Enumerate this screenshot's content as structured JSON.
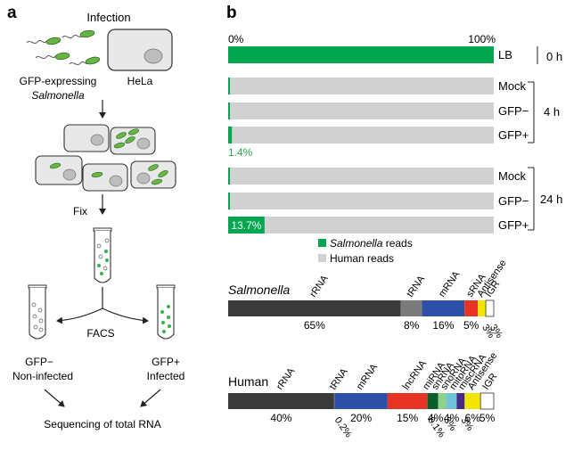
{
  "panel_a": {
    "letter": "a",
    "infection": "Infection",
    "gfp_expressing": "GFP-expressing",
    "salmonella": "Salmonella",
    "hela": "HeLa",
    "fix": "Fix",
    "facs": "FACS",
    "gfp_neg": "GFP−",
    "non_infected": "Non-infected",
    "gfp_pos": "GFP+",
    "infected": "Infected",
    "sequencing": "Sequencing of total RNA"
  },
  "panel_b": {
    "letter": "b",
    "axis_start": "0%",
    "axis_end": "100%",
    "time_0h": "0 h",
    "time_4h": "4 h",
    "time_24h": "24 h",
    "rows": [
      {
        "label": "LB",
        "salmonella_pct": 100,
        "value_label": ""
      },
      {
        "label": "Mock",
        "salmonella_pct": 0.2,
        "value_label": ""
      },
      {
        "label": "GFP−",
        "salmonella_pct": 0.3,
        "value_label": ""
      },
      {
        "label": "GFP+",
        "salmonella_pct": 1.4,
        "value_label": "1.4%"
      },
      {
        "label": "Mock",
        "salmonella_pct": 0.2,
        "value_label": ""
      },
      {
        "label": "GFP−",
        "salmonella_pct": 0.3,
        "value_label": ""
      },
      {
        "label": "GFP+",
        "salmonella_pct": 13.7,
        "value_label": "13.7%"
      }
    ],
    "legend": {
      "salmonella": "Salmonella",
      "reads": " reads",
      "human": "Human reads"
    },
    "colors": {
      "salmonella": "#00a650",
      "human": "#d1d1d1",
      "label_pct": "#2aa24a"
    }
  },
  "composition": {
    "salmonella": {
      "title": "Salmonella",
      "segments": [
        {
          "name": "rRNA",
          "pct": 65,
          "pct_label": "65%",
          "color": "#3b3b3b"
        },
        {
          "name": "tRNA",
          "pct": 8,
          "pct_label": "8%",
          "color": "#7b7b7b"
        },
        {
          "name": "mRNA",
          "pct": 16,
          "pct_label": "16%",
          "color": "#2e4fa8"
        },
        {
          "name": "sRNA",
          "pct": 5,
          "pct_label": "5%",
          "color": "#e63323"
        },
        {
          "name": "Antisense",
          "pct": 3,
          "pct_label": "3%",
          "color": "#f2e500"
        },
        {
          "name": "IGR",
          "pct": 3,
          "pct_label": "3%",
          "color": "#ffffff"
        }
      ]
    },
    "human": {
      "title": "Human",
      "segments": [
        {
          "name": "rRNA",
          "pct": 40,
          "pct_label": "40%",
          "color": "#3b3b3b"
        },
        {
          "name": "tRNA",
          "pct": 0.2,
          "pct_label": "0.2%",
          "color": "#7b7b7b"
        },
        {
          "name": "mRNA",
          "pct": 20,
          "pct_label": "20%",
          "color": "#2e4fa8"
        },
        {
          "name": "lncRNA",
          "pct": 15,
          "pct_label": "15%",
          "color": "#e63323"
        },
        {
          "name": "miRNA",
          "pct": 0.1,
          "pct_label": "0.1%",
          "color": "#00a650"
        },
        {
          "name": "snRNA",
          "pct": 4,
          "pct_label": "4%",
          "color": "#0b5e2a"
        },
        {
          "name": "snoRNA",
          "pct": 3,
          "pct_label": "3%",
          "color": "#8fd18a"
        },
        {
          "name": "mitoRNA",
          "pct": 4,
          "pct_label": "4%",
          "color": "#6fc4d8"
        },
        {
          "name": "miscRNA",
          "pct": 3,
          "pct_label": "3%",
          "color": "#4b2a86"
        },
        {
          "name": "Antisense",
          "pct": 6,
          "pct_label": "6%",
          "color": "#f2e500"
        },
        {
          "name": "IGR",
          "pct": 5,
          "pct_label": "5%",
          "color": "#ffffff"
        }
      ]
    }
  }
}
